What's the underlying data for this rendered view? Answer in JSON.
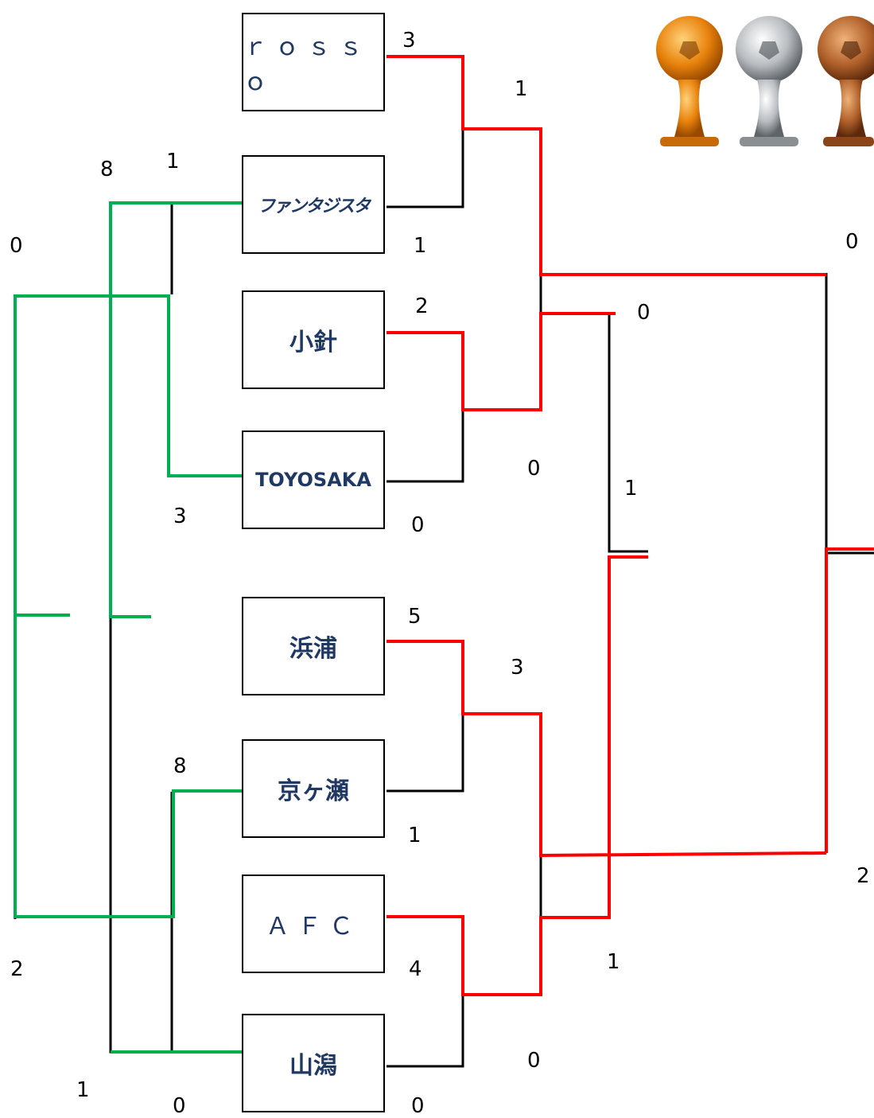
{
  "teams": [
    "ｒｏｓｓｏ",
    "ファンタジスタ",
    "小針",
    "TOYOSAKA",
    "浜浦",
    "京ヶ瀬",
    "ＡＦＣ",
    "山潟"
  ],
  "scores": {
    "rosso_r1": "3",
    "fantasista_r1": "1",
    "kobari_r1": "2",
    "toyosaka_r1": "0",
    "hamaura_r1": "5",
    "kyogase_r1": "1",
    "afc_r1": "4",
    "yamagata_r1": "0",
    "semi_top_winner": "1",
    "semi_top_loser": "0",
    "semi_bottom_winner": "3",
    "semi_bottom_loser": "0",
    "final_top": "0",
    "final_bottom": "2",
    "third_top": "0",
    "third_bottom": "1",
    "third_mid": "1",
    "cons_fantasista": "1",
    "cons_toyosaka": "3",
    "cons_kyogase": "8",
    "cons_yamagata": "0",
    "cons_top_total": "8",
    "cons_bottom_total": "1",
    "cons_final_top": "0",
    "cons_final_bottom": "2"
  },
  "colors": {
    "winner_path": "#ff0000",
    "consolation_path": "#00b050",
    "line": "#000000",
    "team_text": "#1f3864",
    "trophy_gold": "#e8820c",
    "trophy_silver": "#9ea3a8",
    "trophy_bronze": "#a0522d"
  },
  "icons": [
    "gold-trophy-icon",
    "silver-trophy-icon",
    "bronze-trophy-icon"
  ]
}
